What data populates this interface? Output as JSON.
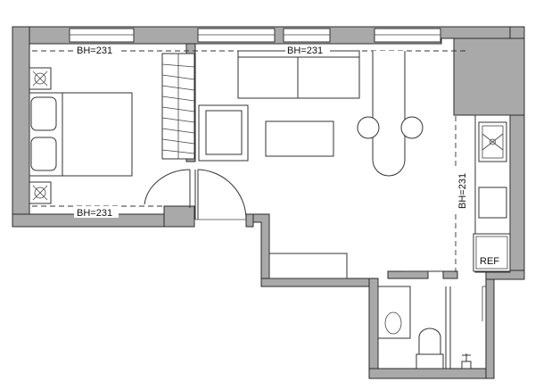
{
  "plan": {
    "beam_labels": {
      "bedroom_top": "BH=231",
      "living_top": "BH=231",
      "bedroom_bottom": "BH=231",
      "kitchen_side": "BH=231"
    },
    "appliance_labels": {
      "refrigerator": "REF"
    }
  }
}
